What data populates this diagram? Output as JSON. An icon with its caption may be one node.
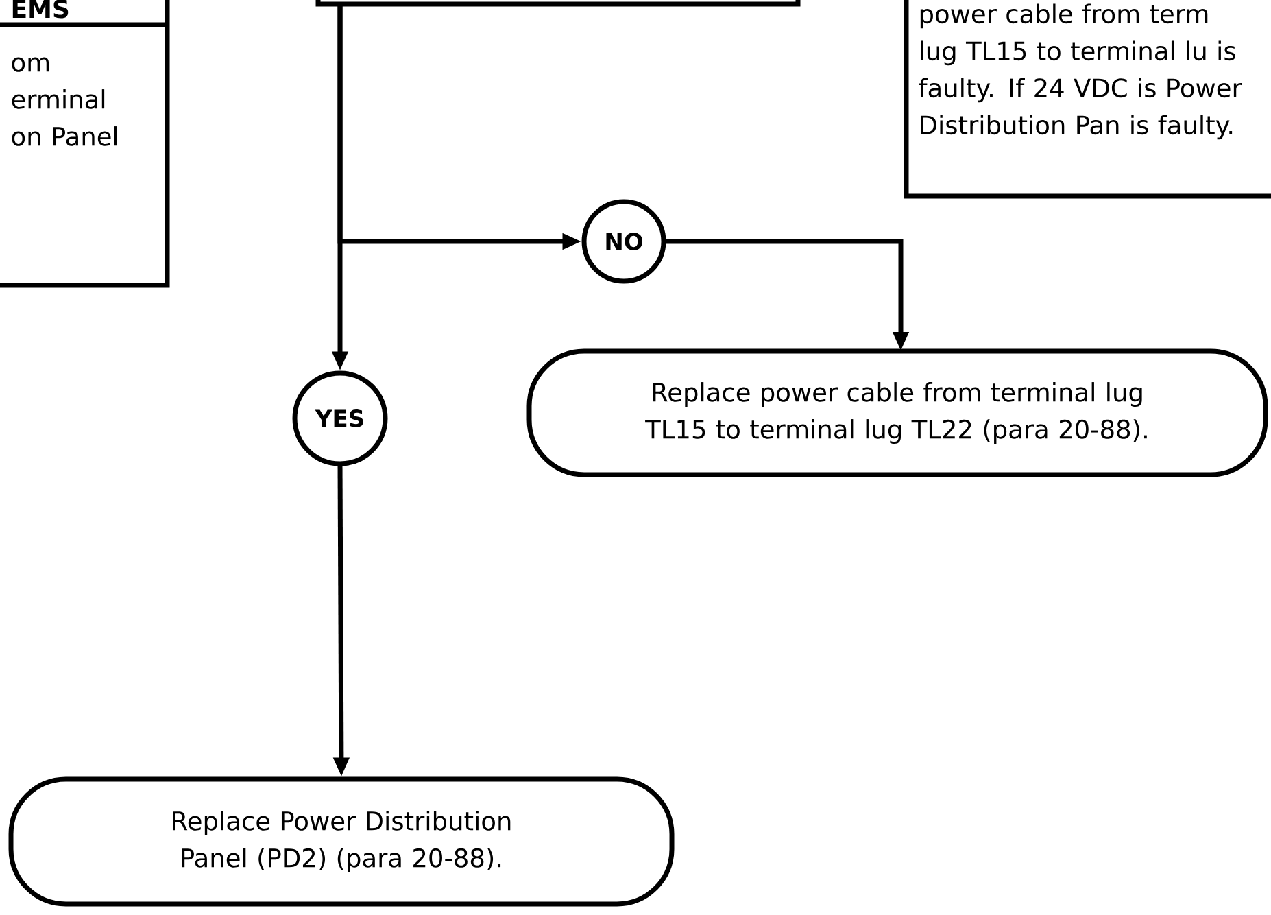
{
  "diagram": {
    "nodes": [
      {
        "text": [
          "EMS",
          "om erminal on Panel"
        ]
      },
      {
        "text": [],
        "shape": "box"
      },
      {
        "text": [
          "power cable from term lug TL15 to terminal lu is faulty. If 24 VDC is Power Distribution Pan is faulty."
        ]
      },
      {
        "text": [
          "NO"
        ]
      },
      {
        "text": [
          "YES"
        ]
      },
      {
        "text": [
          "Replace power cable from terminal lug TL15 to terminal lug TL22 (para 20-88)."
        ]
      },
      {
        "text": [
          "Replace Power Distribution Panel (PD2) (para 20-88)."
        ]
      }
    ],
    "edges": [
      {
        "from": 1,
        "to": 3,
        "arrow": "to"
      },
      {
        "from": 1,
        "to": 4,
        "arrow": "to"
      },
      {
        "from": 3,
        "to": 5,
        "arrow": "to"
      },
      {
        "from": 4,
        "to": 6,
        "arrow": "to"
      }
    ]
  }
}
